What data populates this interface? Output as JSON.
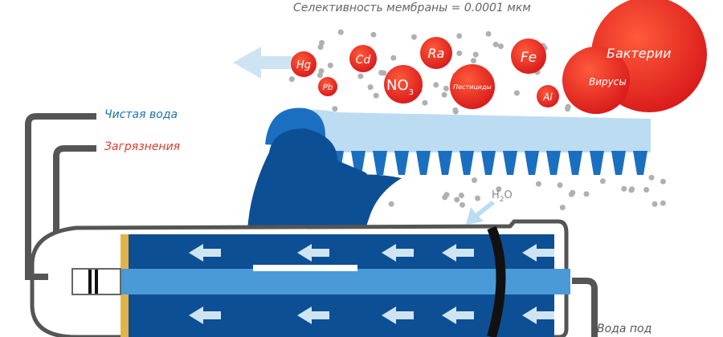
{
  "title": "Селективность мембраны = 0.0001 мкм",
  "labels": {
    "clean_water": "Чистая вода",
    "contaminants": "Загрязнения",
    "water_under": "Вода под",
    "h2o_main": "H",
    "h2o_sub": "2",
    "h2o_end": "O"
  },
  "particles": {
    "hg": "Hg",
    "pb": "Pb",
    "cd": "Cd",
    "no3_main": "NO",
    "no3_sub": "3",
    "ra": "Ra",
    "pesticides": "Пестициды",
    "fe": "Fe",
    "al": "Al",
    "viruses": "Вирусы",
    "bacteria": "Бактерии"
  },
  "colors": {
    "red": "#e8251e",
    "dark_blue": "#0d4f95",
    "mid_blue": "#1b6fc0",
    "light_blue": "#bfdcf0",
    "gray_dot": "#b0b0b0",
    "pipe": "#555555",
    "clean_label": "#1f6fb5",
    "dirty_label": "#e03a2f"
  }
}
